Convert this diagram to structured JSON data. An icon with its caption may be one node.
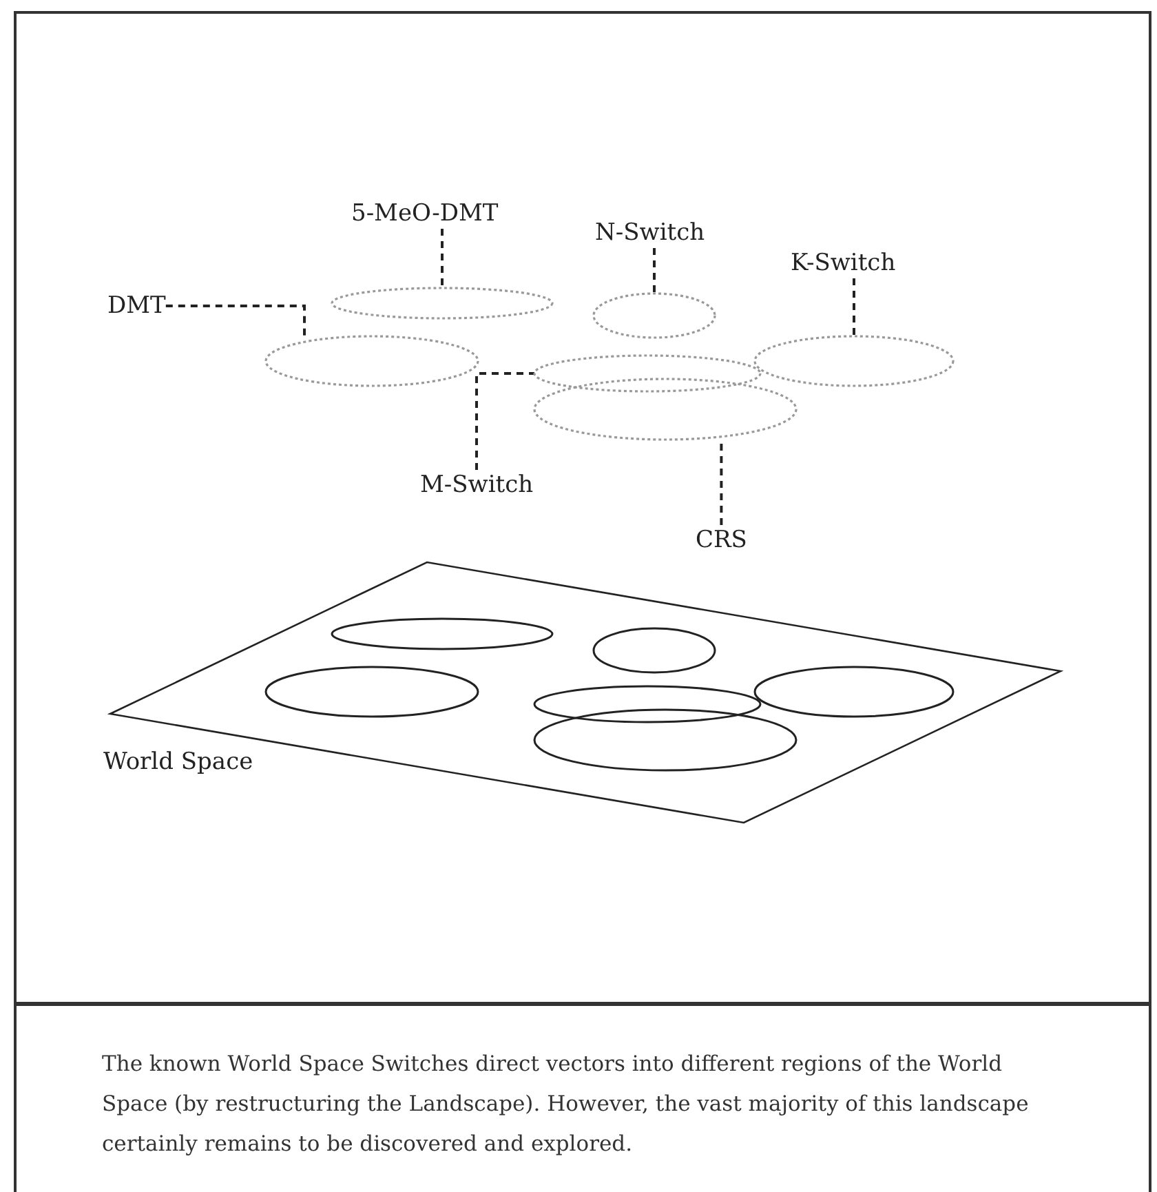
{
  "diagram": {
    "caption": "The known World Space Switches direct vectors into different regions of the World Space (by restructuring the Landscape). However, the vast majority of this landscape certainly remains to be discovered and explored.",
    "nodes": [
      {
        "text": [
          "5-MeO-DMT"
        ]
      },
      {
        "text": [
          "N-Switch"
        ]
      },
      {
        "text": [
          "K-Switch"
        ]
      },
      {
        "text": [
          "DMT"
        ]
      },
      {
        "text": [
          "M-Switch"
        ]
      },
      {
        "text": [
          "CRS"
        ]
      },
      {
        "text": [],
        "shape": "ellipse"
      },
      {
        "text": [],
        "shape": "ellipse"
      },
      {
        "text": [],
        "shape": "ellipse"
      },
      {
        "text": [],
        "shape": "ellipse"
      },
      {
        "text": [],
        "shape": "ellipse"
      },
      {
        "text": [],
        "shape": "ellipse"
      },
      {
        "text": [
          "World Space"
        ]
      },
      {
        "text": [],
        "shape": "ellipse",
        "in": 12
      },
      {
        "text": [],
        "shape": "ellipse",
        "in": 12
      },
      {
        "text": [],
        "shape": "ellipse",
        "in": 12
      },
      {
        "text": [],
        "shape": "ellipse",
        "in": 12
      },
      {
        "text": [],
        "shape": "ellipse",
        "in": 12
      },
      {
        "text": [],
        "shape": "ellipse",
        "in": 12
      }
    ],
    "edges": [
      {
        "from": 0,
        "to": 6,
        "arrow": "none",
        "style": "dashed"
      },
      {
        "from": 1,
        "to": 7,
        "arrow": "none",
        "style": "dashed"
      },
      {
        "from": 2,
        "to": 8,
        "arrow": "none",
        "style": "dashed"
      },
      {
        "from": 3,
        "to": 9,
        "arrow": "none",
        "style": "dashed"
      },
      {
        "from": 4,
        "to": 10,
        "arrow": "none",
        "style": "dashed"
      },
      {
        "from": 5,
        "to": 11,
        "arrow": "none",
        "style": "dashed"
      }
    ]
  }
}
